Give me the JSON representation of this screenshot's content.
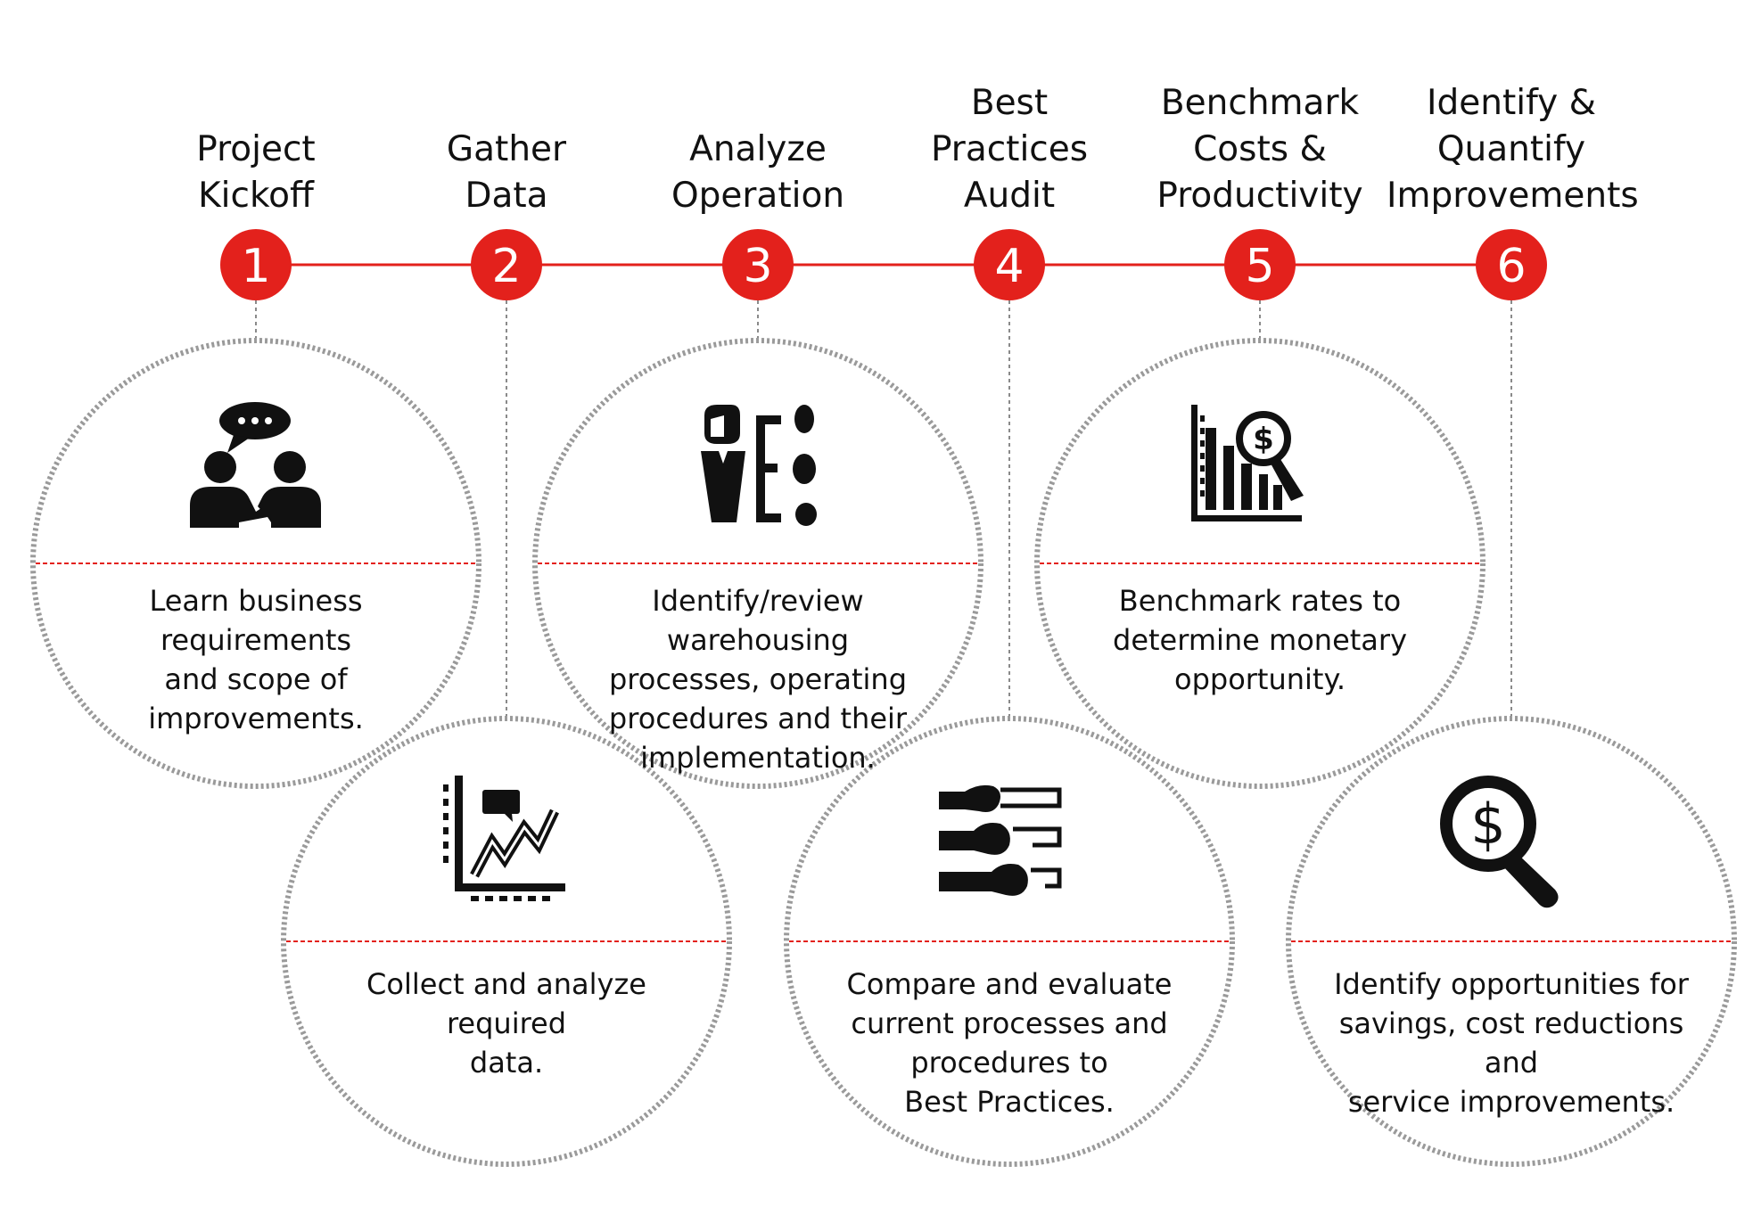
{
  "steps": [
    {
      "number": "1",
      "title": [
        "Project",
        "Kickoff"
      ],
      "icon": "handshake-chat-icon",
      "description": [
        "Learn business requirements",
        "and scope of improvements."
      ]
    },
    {
      "number": "2",
      "title": [
        "Gather",
        "Data"
      ],
      "icon": "data-chart-icon",
      "description": [
        "Collect and analyze required",
        "data."
      ]
    },
    {
      "number": "3",
      "title": [
        "Analyze",
        "Operation"
      ],
      "icon": "presenter-checklist-icon",
      "description": [
        "Identify/review warehousing",
        "processes, operating",
        "procedures and their",
        "implementation."
      ]
    },
    {
      "number": "4",
      "title": [
        "Best",
        "Practices",
        "Audit"
      ],
      "icon": "comparison-bars-icon",
      "description": [
        "Compare and evaluate",
        "current processes and",
        "procedures to",
        "Best Practices."
      ]
    },
    {
      "number": "5",
      "title": [
        "Benchmark",
        "Costs &",
        "Productivity"
      ],
      "icon": "benchmark-chart-magnifier-icon",
      "description": [
        "Benchmark rates to",
        "determine monetary",
        "opportunity."
      ]
    },
    {
      "number": "6",
      "title": [
        "Identify &",
        "Quantify",
        "Improvements"
      ],
      "icon": "dollar-magnifier-icon",
      "description": [
        "Identify opportunities for",
        "savings, cost reductions and",
        "service improvements."
      ]
    }
  ],
  "colors": {
    "accent": "#e3211c",
    "text": "#111111",
    "circle_border": "#9a9a9a",
    "connector": "#8a8a8a",
    "icon": "#111111"
  }
}
